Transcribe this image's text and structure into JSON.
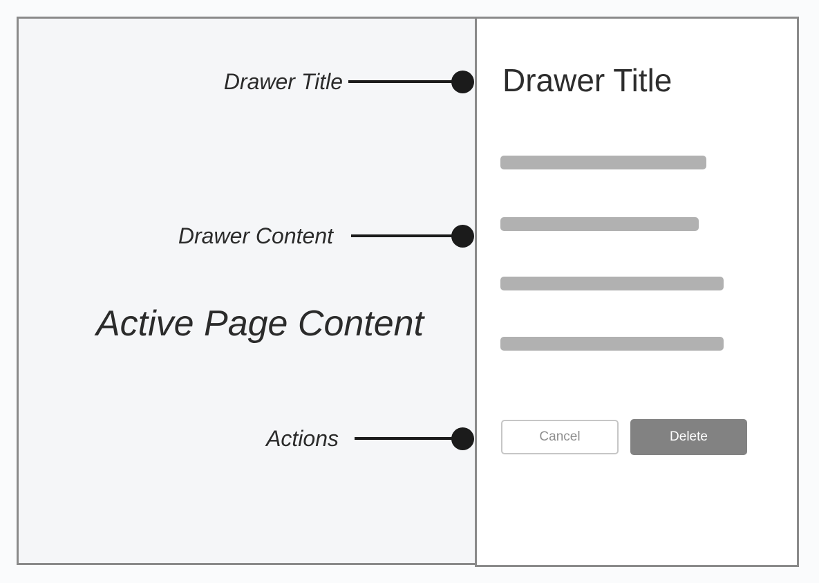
{
  "annotations": {
    "items": [
      {
        "label": "Drawer Title"
      },
      {
        "label": "Drawer Content"
      },
      {
        "label": "Actions"
      }
    ]
  },
  "active_page": {
    "label": "Active Page Content"
  },
  "drawer": {
    "title": "Drawer Title",
    "content_placeholder_bars": 4,
    "actions": {
      "cancel_label": "Cancel",
      "delete_label": "Delete"
    }
  },
  "colors": {
    "frame_border": "#8a8a8a",
    "page_background": "#f5f6f8",
    "outer_background": "#fafbfc",
    "drawer_background": "#ffffff",
    "placeholder_bar": "#b1b1b1",
    "annotation_ink": "#1b1b1b",
    "delete_button_bg": "#828282",
    "delete_button_text": "#ffffff",
    "cancel_button_border": "#c6c6c6",
    "cancel_button_text": "#8e8e8e"
  }
}
